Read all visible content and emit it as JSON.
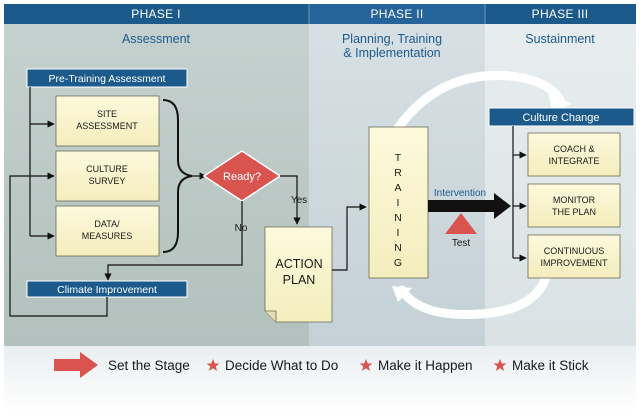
{
  "phases": [
    {
      "title": "PHASE I",
      "subtitle_lines": [
        "Assessment"
      ]
    },
    {
      "title": "PHASE II",
      "subtitle_lines": [
        "Planning, Training",
        "& Implementation"
      ]
    },
    {
      "title": "PHASE III",
      "subtitle_lines": [
        "Sustainment"
      ]
    }
  ],
  "pre_training": "Pre-Training Assessment",
  "assess_boxes": [
    [
      "SITE",
      "ASSESSMENT"
    ],
    [
      "CULTURE",
      "SURVEY"
    ],
    [
      "DATA/",
      "MEASURES"
    ]
  ],
  "decision": "Ready?",
  "yes_label": "Yes",
  "no_label": "No",
  "climate": "Climate Improvement",
  "action_plan": [
    "ACTION",
    "PLAN"
  ],
  "training_letters": [
    "T",
    "R",
    "A",
    "I",
    "N",
    "I",
    "N",
    "G"
  ],
  "intervention": "Intervention",
  "test": "Test",
  "culture_change": "Culture Change",
  "sustain_boxes": [
    [
      "COACH &",
      "INTEGRATE"
    ],
    [
      "MONITOR",
      "THE PLAN"
    ],
    [
      "CONTINUOUS",
      "IMPROVEMENT"
    ]
  ],
  "legend": [
    "Set the Stage",
    "Decide What to Do",
    "Make it Happen",
    "Make it Stick"
  ],
  "colors": {
    "phase_bar": "#1d5a8c",
    "box_fill": "#faf5cf",
    "diamond": "#d9534f",
    "arrow_red": "#d9534f",
    "col1_bg": "#b9c7c3",
    "col2_bg": "#ccd8dd",
    "col3_bg": "#dde6e8"
  }
}
